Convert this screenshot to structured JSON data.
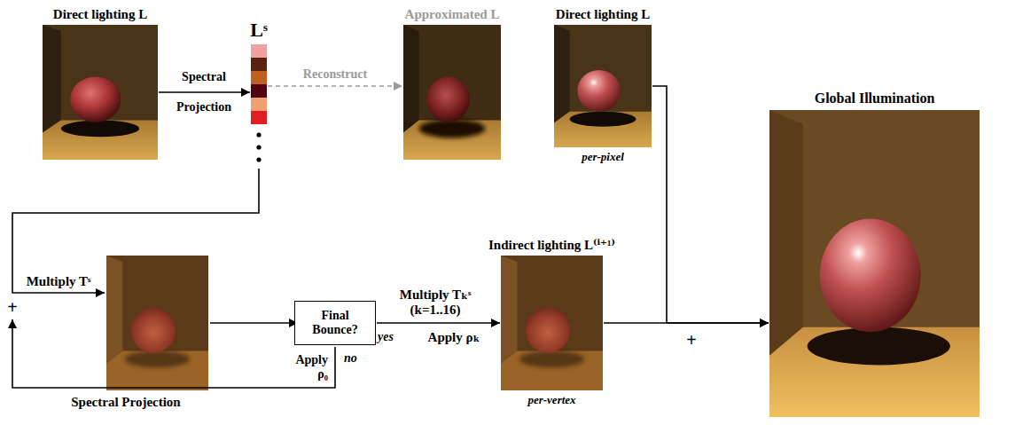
{
  "diagram": {
    "nodes": [
      {
        "text": [
          "Direct lighting L"
        ]
      },
      {
        "text": [
          "Lˢ"
        ]
      },
      {
        "text": [
          "Approximated L"
        ]
      },
      {
        "text": [
          "Direct lighting L",
          "per-pixel"
        ]
      },
      {
        "text": [
          "Global Illumination"
        ]
      },
      {
        "text": [
          "Final Bounce?"
        ]
      },
      {
        "text": [
          "Indirect lighting L⁽ⁱ⁺¹⁾",
          "per-vertex"
        ]
      }
    ],
    "edges": [
      {
        "from": 0,
        "to": 1,
        "label": "Spectral Projection",
        "arrow": "to"
      },
      {
        "from": 1,
        "to": 2,
        "label": "Reconstruct",
        "arrow": "to"
      },
      {
        "from": 3,
        "to": 4,
        "arrow": "to"
      },
      {
        "from": 5,
        "to": 6,
        "label": "Multiply Tₖˢ (k=1..16)",
        "arrow": "to"
      },
      {
        "from": 6,
        "to": 4,
        "arrow": "to"
      }
    ],
    "labels": [
      "Multiply Tˢ",
      "+",
      "Apply ρ₀",
      "no",
      "Spectral Projection",
      "yes",
      "Apply ρₖ",
      "+"
    ]
  }
}
